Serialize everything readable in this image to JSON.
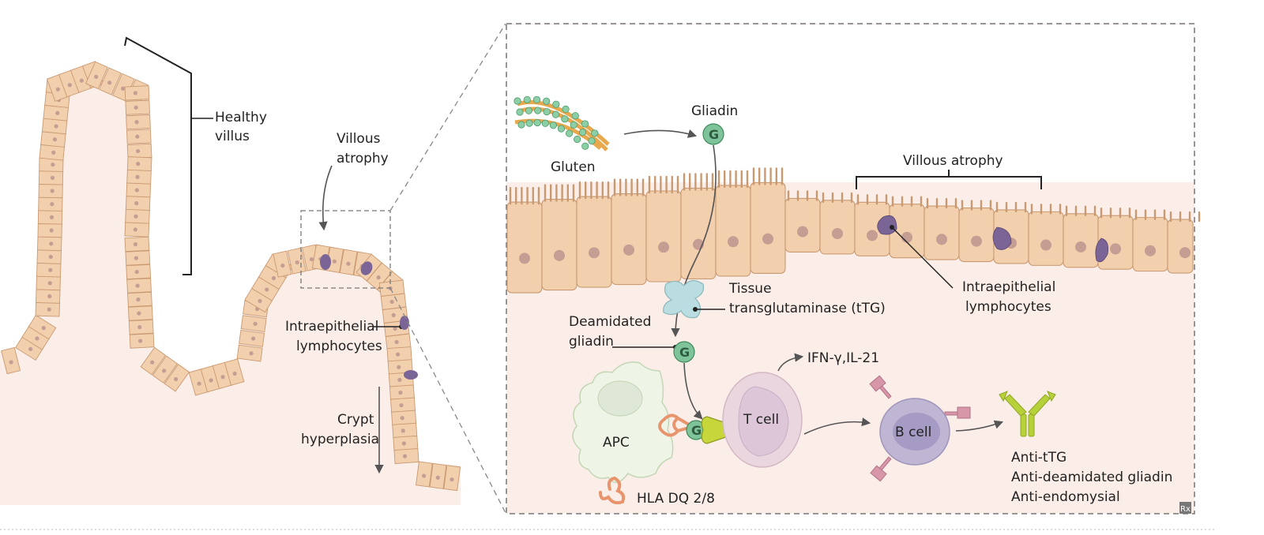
{
  "colors": {
    "tissue": "#fbeee8",
    "cell_fill": "#f2cfad",
    "cell_stroke": "#c99a72",
    "nucleus": "#c69d93",
    "lymphocyte": "#7b6496",
    "gliadin": "#7fc39a",
    "gliadin_stroke": "#3f8a5a",
    "ttg": "#b9dde0",
    "apc": "#eef4e6",
    "hla": "#e8956e",
    "tcr": "#c7d63b",
    "t_cell": "#e9d6de",
    "b_cell": "#bfb6d4",
    "bcr": "#d797a9",
    "antibody": "#b7d13a",
    "outline": "#444444"
  },
  "left_panel": {
    "healthy_villus": [
      "Healthy",
      "villus"
    ],
    "villous_atrophy": [
      "Villous",
      "atrophy"
    ],
    "intraepithelial": [
      "Intraepithelial",
      "lymphocytes"
    ],
    "crypt": [
      "Crypt",
      "hyperplasia"
    ]
  },
  "right_panel": {
    "gluten": "Gluten",
    "gliadin": "Gliadin",
    "g_symbol": "G",
    "villous_atrophy": "Villous atrophy",
    "ttg": [
      "Tissue",
      "transglutaminase (tTG)"
    ],
    "deamidated": [
      "Deamidated",
      "gliadin"
    ],
    "intraepithelial": [
      "Intraepithelial",
      "lymphocytes"
    ],
    "cytokines": "IFN-γ,IL-21",
    "apc": "APC",
    "t_cell": "T cell",
    "b_cell": "B cell",
    "hla": "HLA DQ 2/8",
    "antibodies": [
      "Anti-tTG",
      "Anti-deamidated gliadin",
      "Anti-endomysial"
    ],
    "logo": "Rx"
  }
}
